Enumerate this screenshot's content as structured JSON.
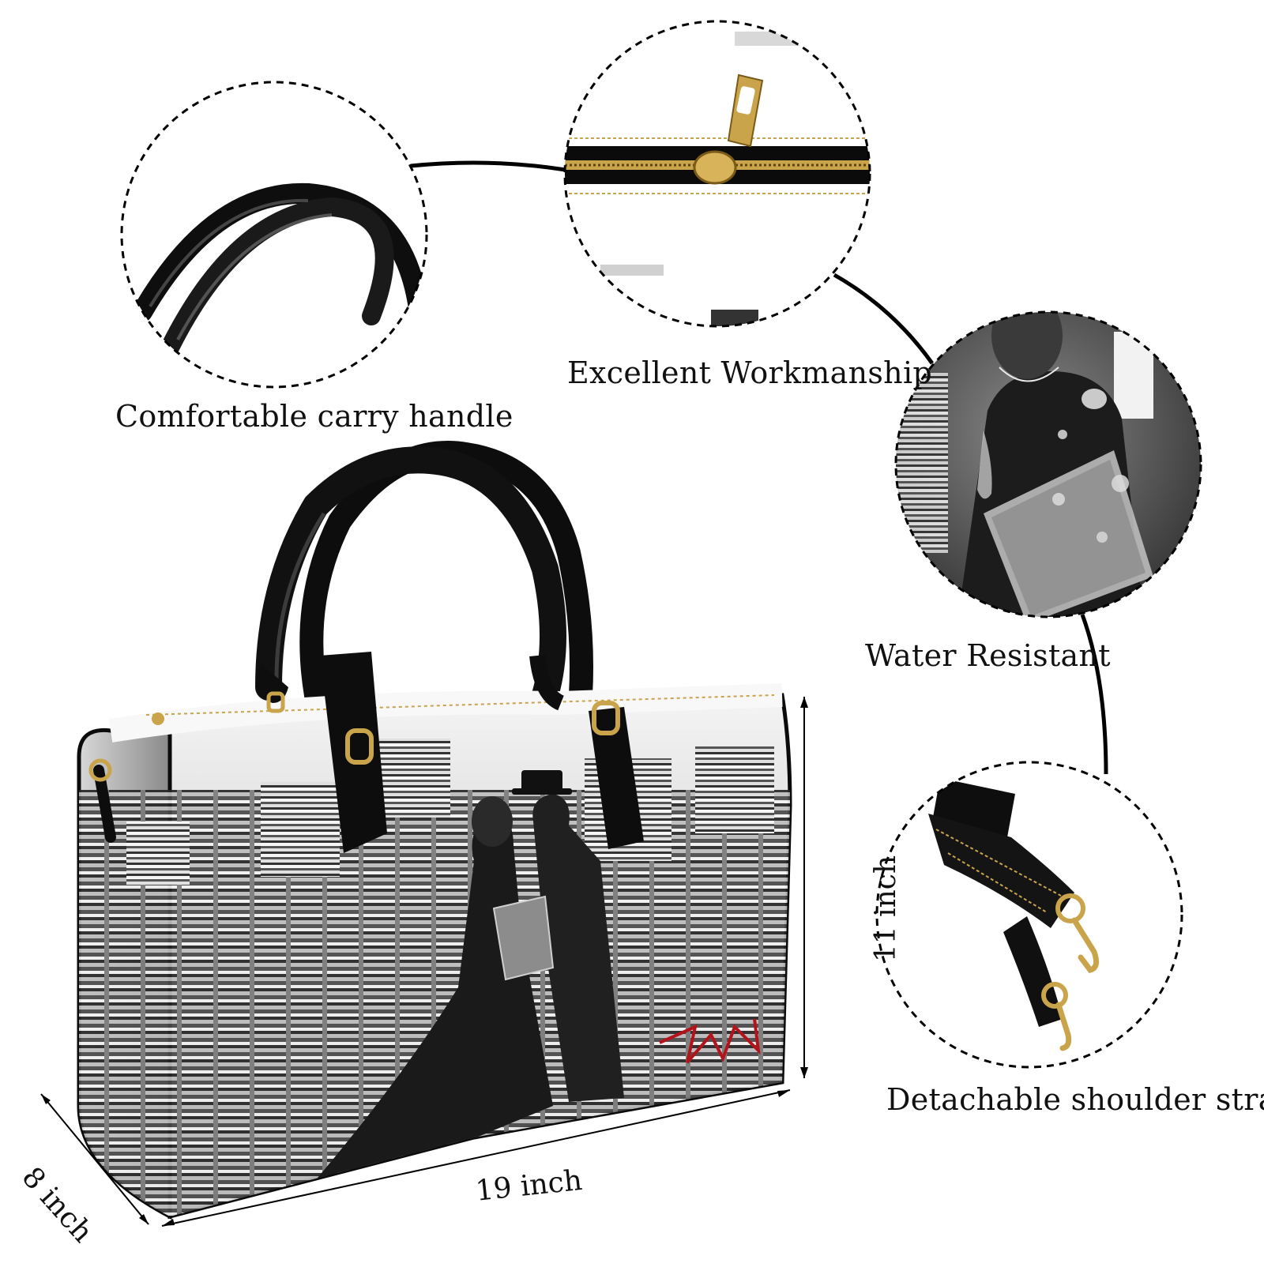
{
  "features": {
    "handle": "Comfortable carry handle",
    "workmanship": "Excellent Workmanship",
    "water": "Water Resistant",
    "strap": "Detachable shoulder strap"
  },
  "dimensions": {
    "width": "19 inch",
    "height": "11 inch",
    "depth": "8 inch"
  },
  "colors": {
    "leather": "#111111",
    "hardware_gold": "#c9a44a",
    "background": "#ffffff",
    "signature_red": "#b3131b"
  }
}
